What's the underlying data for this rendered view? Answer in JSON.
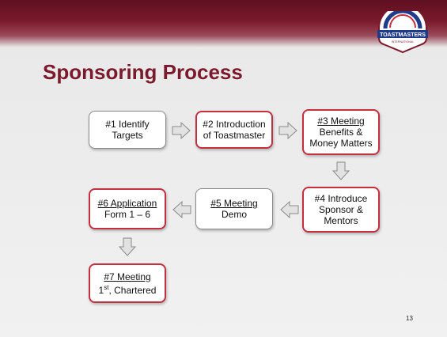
{
  "slide": {
    "title": "Sponsoring Process",
    "page_number": "13",
    "logo": {
      "line1": "TOASTMASTERS",
      "line2": "INTERNATIONAL"
    }
  },
  "steps": [
    {
      "line1": "#1 Identify",
      "line2": "Targets"
    },
    {
      "line1": "#2 Introduction",
      "line2": "of Toastmaster"
    },
    {
      "line1": "#3 Meeting",
      "line2": "Benefits &",
      "line3": "Money Matters"
    },
    {
      "line1": "#4 Introduce",
      "line2": "Sponsor &",
      "line3": "Mentors"
    },
    {
      "line1": "#5 Meeting",
      "line2": "Demo"
    },
    {
      "line1": "#6 Application",
      "line2": "Form 1 – 6"
    },
    {
      "line1": "#7 Meeting",
      "line2_pre": "1",
      "line2_sup": "st",
      "line2_post": ", Chartered"
    }
  ],
  "colors": {
    "accent": "#7b1a2c",
    "box_border": "#c23040",
    "arrow_fill": "#e2e2e2"
  }
}
